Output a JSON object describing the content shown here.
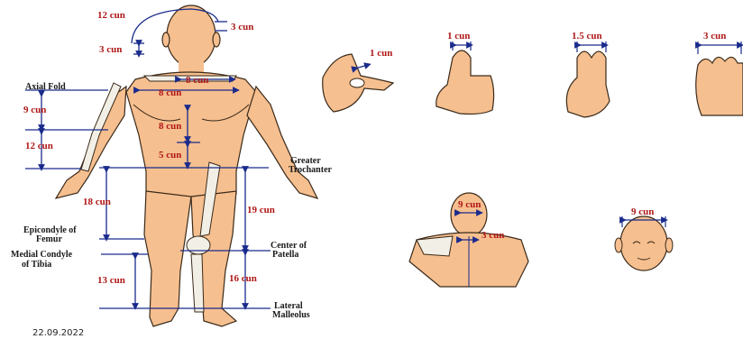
{
  "measures": {
    "head_arc": "12 cun",
    "forehead": "3 cun",
    "neck": "3 cun",
    "clavicle": "8 cun",
    "chest": "8 cun",
    "sternum": "8 cun",
    "abdomen": "5 cun",
    "upper_arm": "9 cun",
    "forearm": "12 cun",
    "thigh": "18 cun",
    "lateral_thigh": "19 cun",
    "medial_leg": "13 cun",
    "lateral_leg": "16 cun",
    "finger_thumb_tip": "1 cun",
    "thumb": "1 cun",
    "two_fingers": "1.5 cun",
    "four_fingers": "3 cun",
    "back_vertical": "9 cun",
    "back_horizontal": "3 cun",
    "head_width": "9 cun"
  },
  "landmarks": {
    "axial_fold": "Axial Fold",
    "greater_trochanter_1": "Greater",
    "greater_trochanter_2": "Trochanter",
    "epicondyle_1": "Epicondyle of",
    "epicondyle_2": "Femur",
    "medial_condyle_1": "Medial Condyle",
    "medial_condyle_2": "of Tibia",
    "center_patella_1": "Center of",
    "center_patella_2": "Patella",
    "lateral_malleolus_1": "Lateral",
    "lateral_malleolus_2": "Malleolus"
  },
  "footer_date": "22.09.2022",
  "colors": {
    "skin": "#f6bf8f",
    "outline": "#3a2a1a",
    "measure_line": "#1a2b8c",
    "label_red": "#b01818",
    "bone": "#f2efe6"
  }
}
